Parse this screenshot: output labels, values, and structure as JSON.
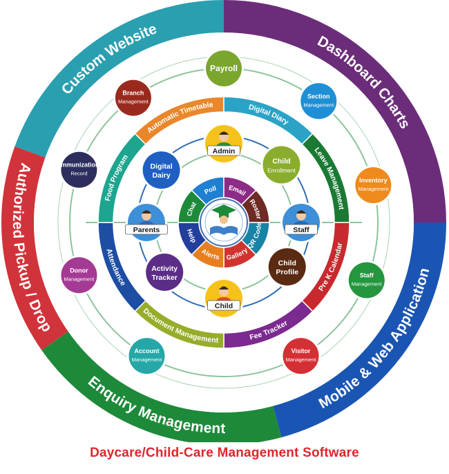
{
  "caption": "Daycare/Child-Care Management Software",
  "outer_ring": [
    {
      "id": "custom-website",
      "label": "Custom Website",
      "color": "#2a9fb0"
    },
    {
      "id": "dashboard-charts",
      "label": "Dashboard Charts",
      "color": "#6b2d79"
    },
    {
      "id": "mobile-web-app",
      "label": "Mobile & Web Application",
      "color": "#1a55b3"
    },
    {
      "id": "enquiry-management",
      "label": "Enquiry Management",
      "color": "#1d8a3a"
    },
    {
      "id": "authorized-pickup",
      "label": "Authorized Pickup / Drop",
      "color": "#d1333a"
    }
  ],
  "orbit_circles": [
    {
      "id": "payroll",
      "line1": "Payroll",
      "line2": "",
      "color": "#7aa62e"
    },
    {
      "id": "section-management",
      "line1": "Section",
      "line2": "Management",
      "color": "#1e8fd5"
    },
    {
      "id": "inventory-management",
      "line1": "Inventory",
      "line2": "Management",
      "color": "#ef8a1c"
    },
    {
      "id": "staff-management",
      "line1": "Staff",
      "line2": "Management",
      "color": "#23963e"
    },
    {
      "id": "visitor-management",
      "line1": "Visitor",
      "line2": "Management",
      "color": "#d42f35"
    },
    {
      "id": "account-management",
      "line1": "Account",
      "line2": "Management",
      "color": "#26a7a7"
    },
    {
      "id": "donor-management",
      "line1": "Donor",
      "line2": "Management",
      "color": "#a53a95"
    },
    {
      "id": "immunization-record",
      "line1": "Immunization",
      "line2": "Record",
      "color": "#2d2e5e"
    },
    {
      "id": "branch-management",
      "line1": "Branch",
      "line2": "Management",
      "color": "#9b2a1e"
    }
  ],
  "middle_ring": [
    {
      "id": "automatic-timetable",
      "label": "Automatic Timetable",
      "color": "#e9872a"
    },
    {
      "id": "digital-diary",
      "label": "Digital Diary",
      "color": "#2aa3c7"
    },
    {
      "id": "leave-management",
      "label": "Leave Management",
      "color": "#1a7a34"
    },
    {
      "id": "pre-k-calendar",
      "label": "Pre K Calendar",
      "color": "#c8292f"
    },
    {
      "id": "fee-tracker",
      "label": "Fee Tracker",
      "color": "#7b2a8f"
    },
    {
      "id": "document-management",
      "label": "Document Management",
      "color": "#96ad2a"
    },
    {
      "id": "attendance",
      "label": "Attendance",
      "color": "#1d4ea3"
    },
    {
      "id": "food-program",
      "label": "Food Program",
      "color": "#1ea58f"
    }
  ],
  "inner_circles": [
    {
      "id": "digital-dairy",
      "line1": "Digital",
      "line2": "Dairy",
      "color": "#1f5fc2"
    },
    {
      "id": "child-enrollment",
      "line1": "Child",
      "line2": "Enrollment",
      "color": "#8bad2e"
    },
    {
      "id": "child-profile",
      "line1": "Child",
      "line2": "Profile",
      "color": "#5a2a12"
    },
    {
      "id": "activity-tracker",
      "line1": "Activity",
      "line2": "Tracker",
      "color": "#5b2d86"
    }
  ],
  "avatars": [
    {
      "id": "admin",
      "label": "Admin"
    },
    {
      "id": "staff",
      "label": "Staff"
    },
    {
      "id": "child",
      "label": "Child"
    },
    {
      "id": "parents",
      "label": "Parents"
    }
  ],
  "core_ring": [
    {
      "id": "poll",
      "label": "Poll",
      "color": "#1f7fd0"
    },
    {
      "id": "email",
      "label": "Email",
      "color": "#8e2b87"
    },
    {
      "id": "roster",
      "label": "Roster",
      "color": "#6e2a24"
    },
    {
      "id": "qr-code",
      "label": "QR Code",
      "color": "#1783a6"
    },
    {
      "id": "gallery",
      "label": "Gallery",
      "color": "#d2332f"
    },
    {
      "id": "alerts",
      "label": "Alerts",
      "color": "#e77f1f"
    },
    {
      "id": "help",
      "label": "Help",
      "color": "#233f9c"
    },
    {
      "id": "chat",
      "label": "Chat",
      "color": "#1d8a3a"
    }
  ]
}
